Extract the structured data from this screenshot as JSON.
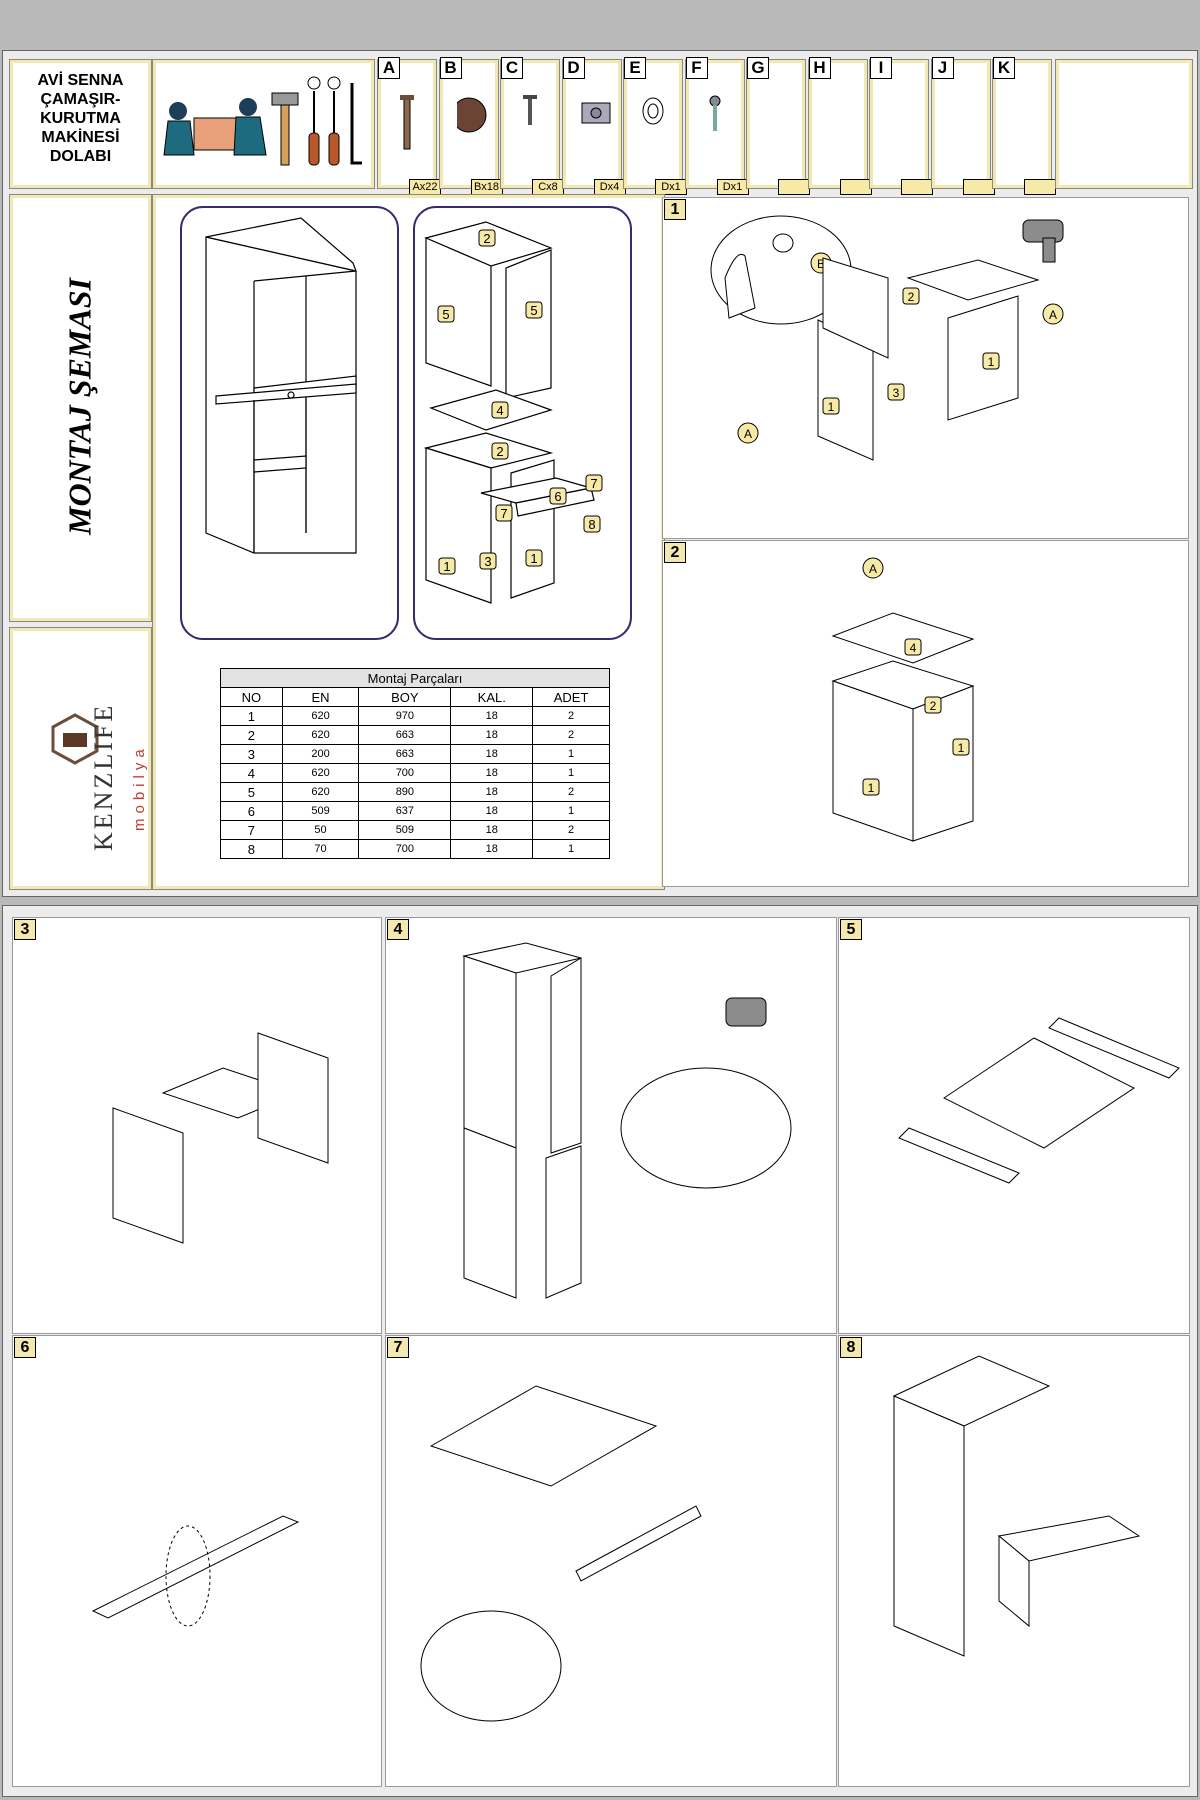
{
  "header": {
    "title_lines": [
      "AVİ SENNA",
      "ÇAMAŞIR-",
      "KURUTMA",
      "MAKİNESİ",
      "DOLABI"
    ]
  },
  "hardware": [
    {
      "letter": "A",
      "count": "Ax22",
      "icon": "long-screw-icon"
    },
    {
      "letter": "B",
      "count": "Bx18",
      "icon": "cap-disc-icon"
    },
    {
      "letter": "C",
      "count": "Cx8",
      "icon": "short-screw-icon"
    },
    {
      "letter": "D",
      "count": "Dx4",
      "icon": "cam-lock-connector-icon"
    },
    {
      "letter": "E",
      "count": "Dx1",
      "icon": "knob-icon"
    },
    {
      "letter": "F",
      "count": "Dx1",
      "icon": "bolt-icon"
    },
    {
      "letter": "G",
      "count": "",
      "icon": ""
    },
    {
      "letter": "H",
      "count": "",
      "icon": ""
    },
    {
      "letter": "I",
      "count": "",
      "icon": ""
    },
    {
      "letter": "J",
      "count": "",
      "icon": ""
    },
    {
      "letter": "K",
      "count": "",
      "icon": ""
    }
  ],
  "side": {
    "heading": "MONTAJ ŞEMASI",
    "brand": "KENZLIFE",
    "brand_sub": "mobilya"
  },
  "parts_table": {
    "caption": "Montaj Parçaları",
    "headers": [
      "NO",
      "EN",
      "BOY",
      "KAL.",
      "ADET"
    ],
    "rows": [
      [
        "1",
        "620",
        "970",
        "18",
        "2"
      ],
      [
        "2",
        "620",
        "663",
        "18",
        "2"
      ],
      [
        "3",
        "200",
        "663",
        "18",
        "1"
      ],
      [
        "4",
        "620",
        "700",
        "18",
        "1"
      ],
      [
        "5",
        "620",
        "890",
        "18",
        "2"
      ],
      [
        "6",
        "509",
        "637",
        "18",
        "1"
      ],
      [
        "7",
        "50",
        "509",
        "18",
        "2"
      ],
      [
        "8",
        "70",
        "700",
        "18",
        "1"
      ]
    ]
  },
  "steps": [
    "1",
    "2",
    "3",
    "4",
    "5",
    "6",
    "7",
    "8"
  ],
  "colors": {
    "frame_cream": "#f2e8b0",
    "tag_fill": "#f7e9a6",
    "outline_purple": "#3b2a6b",
    "arrow_blue": "#3a2f8a"
  }
}
